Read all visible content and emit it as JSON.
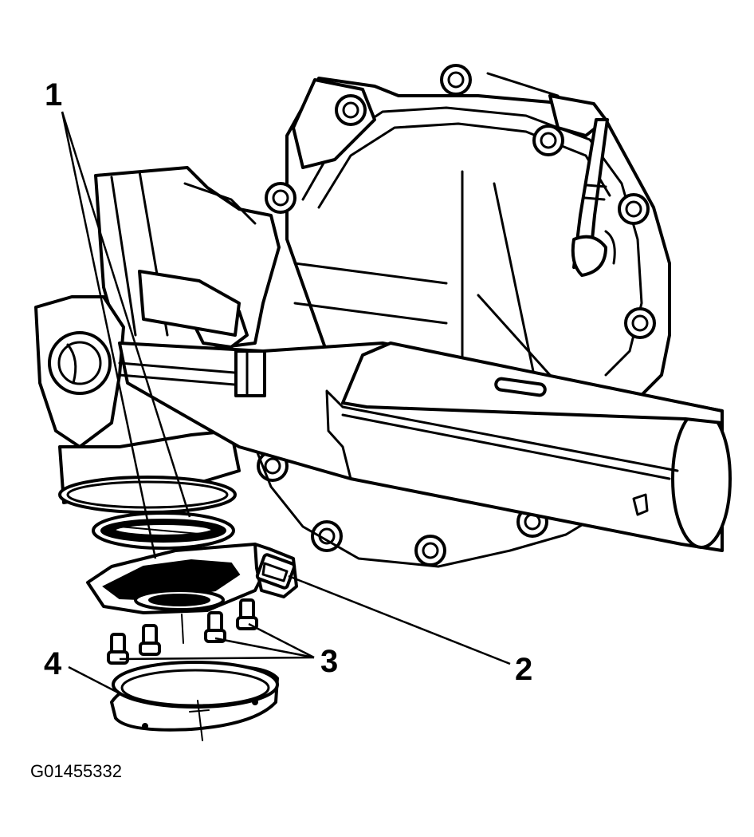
{
  "callouts": [
    {
      "number": "1"
    },
    {
      "number": "2"
    },
    {
      "number": "3"
    },
    {
      "number": "4"
    }
  ],
  "figure_id": "G01455332"
}
